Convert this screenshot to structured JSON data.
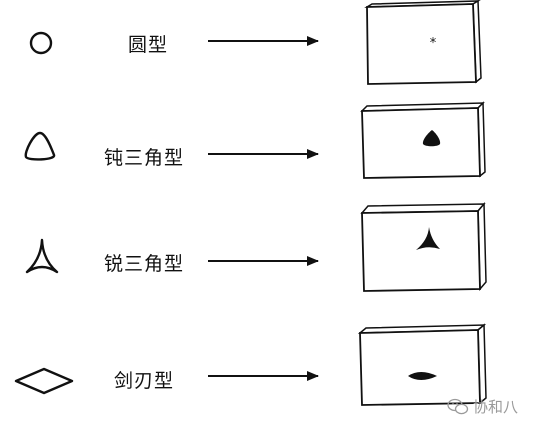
{
  "rows": [
    {
      "shape": "circle-icon",
      "label": "圆型",
      "spot": "star-spot"
    },
    {
      "shape": "obtuse-triangle-icon",
      "label": "钝三角型",
      "spot": "rounded-spot"
    },
    {
      "shape": "acute-triangle-icon",
      "label": "锐三角型",
      "spot": "arrow-spot"
    },
    {
      "shape": "diamond-icon",
      "label": "剑刃型",
      "spot": "diamond-spot"
    }
  ],
  "watermark": {
    "text": "协和八",
    "icon": "wechat-icon"
  },
  "colors": {
    "ink": "#111111",
    "watermark": "#9a9a9a"
  }
}
